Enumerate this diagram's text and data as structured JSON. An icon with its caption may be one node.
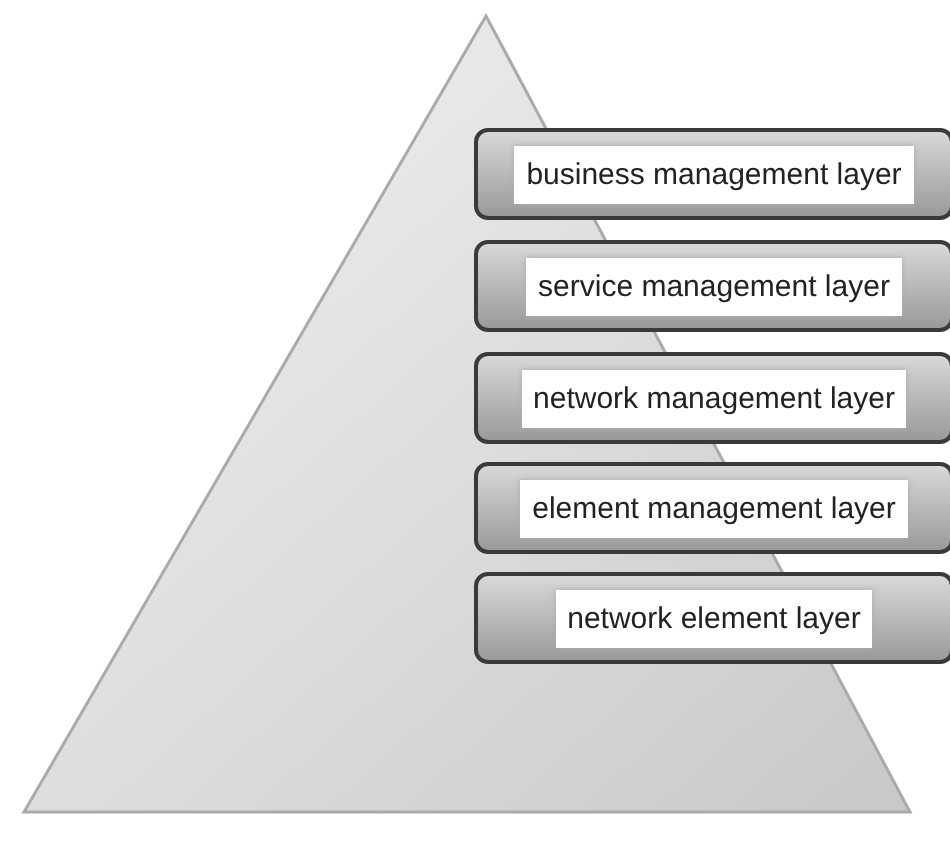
{
  "diagram": {
    "nodes": [
      {
        "text": [
          "business management layer"
        ]
      },
      {
        "text": [
          "service management layer"
        ]
      },
      {
        "text": [
          "network management layer"
        ]
      },
      {
        "text": [
          "element management layer"
        ]
      },
      {
        "text": [
          "network element layer"
        ]
      }
    ]
  }
}
